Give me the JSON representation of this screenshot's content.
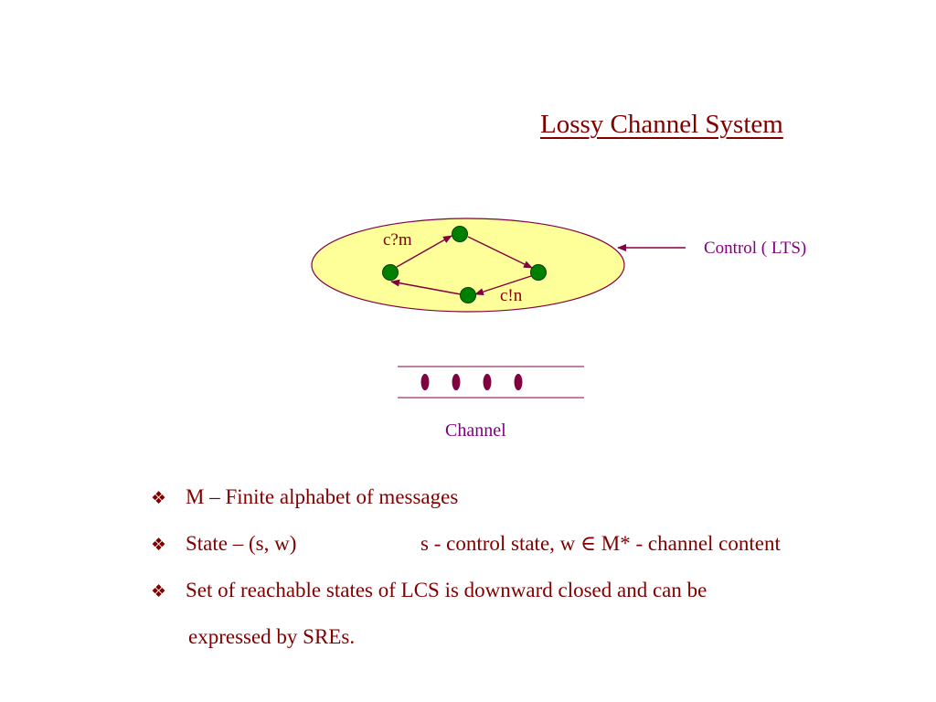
{
  "slide": {
    "title": "Lossy Channel System"
  },
  "diagram": {
    "transition_receive": "c?m",
    "transition_send": "c!n",
    "control_label": "Control ( LTS)",
    "channel_label": "Channel",
    "channel_message_count": 4,
    "colors": {
      "title": "#800000",
      "control_label": "#800080",
      "channel_label": "#800080",
      "ellipse_fill": "#FFFF99",
      "ellipse_stroke": "#800040",
      "state_fill": "#008000",
      "arrow": "#800040",
      "message": "#800040"
    }
  },
  "bullets": {
    "item1": "M – Finite alphabet of messages",
    "item2_left": "State – (s, w)",
    "item2_right": "s -  control state, w ∈ M* - channel content",
    "item3_line1": "Set of reachable states of  LCS is downward closed and can be",
    "item3_line2": "expressed by SREs."
  }
}
